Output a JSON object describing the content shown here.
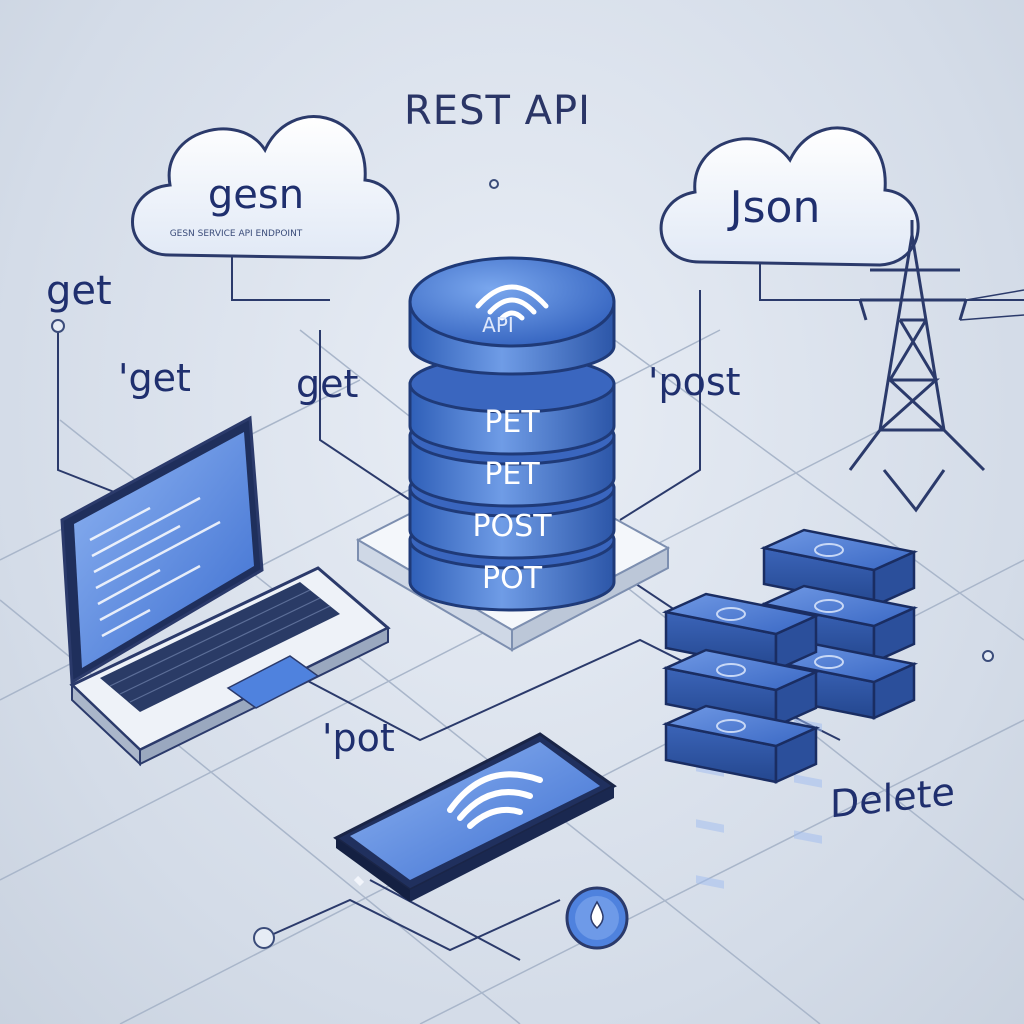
{
  "title": "REST API",
  "clouds": {
    "left": {
      "label": "gesn",
      "sublabel": "GESN SERVICE API ENDPOINT"
    },
    "right": {
      "label": "Json"
    }
  },
  "labels": {
    "get_left": "get",
    "get_quote": "'get",
    "get_mid": "get",
    "post_quote": "'post",
    "pot_quote": "'pot",
    "delete": "Delete"
  },
  "server_stack": {
    "top_mark": "API",
    "discs": [
      "PET",
      "PET",
      "POST",
      "POT"
    ]
  },
  "colors": {
    "background": "#dde4ee",
    "accent": "#3b6fd0",
    "dark_text": "#1f2f6e",
    "line": "#2b3a6b"
  },
  "icons": [
    "cloud-icon",
    "wifi-icon",
    "database-icon",
    "laptop-icon",
    "smartphone-icon",
    "server-rack-icon",
    "transmission-tower-icon",
    "water-drop-icon"
  ]
}
